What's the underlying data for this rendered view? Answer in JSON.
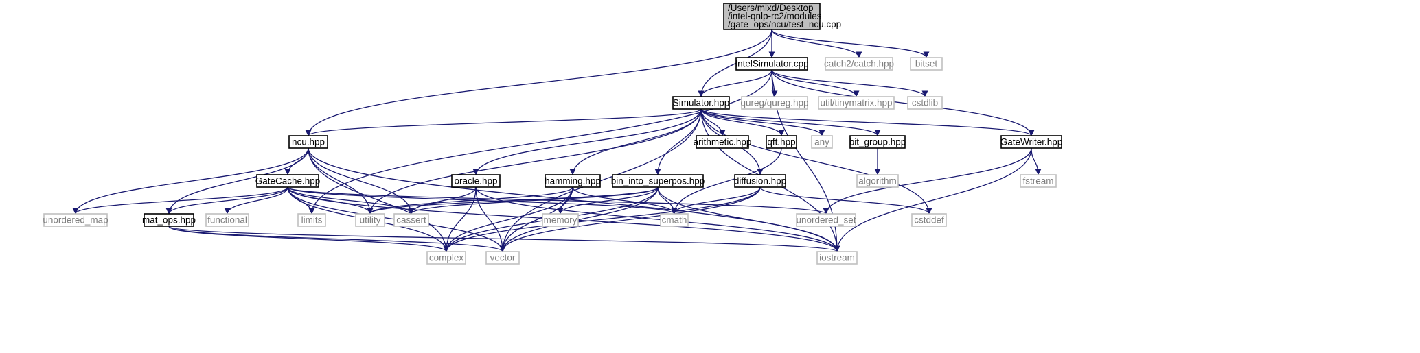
{
  "graph": {
    "type": "include-dependency-graph",
    "colors": {
      "edge": "#191970",
      "root_fill": "#bfbfbf",
      "node_border": "#000000",
      "external_border": "#bfbfbf",
      "external_text": "#7f7f7f",
      "node_text": "#000000"
    },
    "nodes": [
      {
        "id": "test_ncu",
        "label": "/Users/mlxd/Desktop\n/intel-qnlp-rc2/modules\n/gate_ops/ncu/test_ncu.cpp",
        "kind": "root"
      },
      {
        "id": "intelsim",
        "label": "IntelSimulator.cpp",
        "kind": "file"
      },
      {
        "id": "catch",
        "label": "catch2/catch.hpp",
        "kind": "external"
      },
      {
        "id": "bitset",
        "label": "bitset",
        "kind": "external"
      },
      {
        "id": "simulator",
        "label": "Simulator.hpp",
        "kind": "file"
      },
      {
        "id": "qureg",
        "label": "qureg/qureg.hpp",
        "kind": "external"
      },
      {
        "id": "tinymatrix",
        "label": "util/tinymatrix.hpp",
        "kind": "external"
      },
      {
        "id": "cstdlib",
        "label": "cstdlib",
        "kind": "external"
      },
      {
        "id": "ncu",
        "label": "ncu.hpp",
        "kind": "file"
      },
      {
        "id": "arithmetic",
        "label": "arithmetic.hpp",
        "kind": "file"
      },
      {
        "id": "qft",
        "label": "qft.hpp",
        "kind": "file"
      },
      {
        "id": "any",
        "label": "any",
        "kind": "external"
      },
      {
        "id": "bitgroup",
        "label": "bit_group.hpp",
        "kind": "file"
      },
      {
        "id": "gatewriter",
        "label": "GateWriter.hpp",
        "kind": "file"
      },
      {
        "id": "algorithm",
        "label": "algorithm",
        "kind": "external"
      },
      {
        "id": "fstream",
        "label": "fstream",
        "kind": "external"
      },
      {
        "id": "gatecache",
        "label": "GateCache.hpp",
        "kind": "file"
      },
      {
        "id": "oracle",
        "label": "oracle.hpp",
        "kind": "file"
      },
      {
        "id": "hamming",
        "label": "hamming.hpp",
        "kind": "file"
      },
      {
        "id": "binsuper",
        "label": "bin_into_superpos.hpp",
        "kind": "file"
      },
      {
        "id": "diffusion",
        "label": "diffusion.hpp",
        "kind": "file"
      },
      {
        "id": "umap",
        "label": "unordered_map",
        "kind": "external"
      },
      {
        "id": "matops",
        "label": "mat_ops.hpp",
        "kind": "file"
      },
      {
        "id": "functional",
        "label": "functional",
        "kind": "external"
      },
      {
        "id": "limits",
        "label": "limits",
        "kind": "external"
      },
      {
        "id": "utility",
        "label": "utility",
        "kind": "external"
      },
      {
        "id": "cassert",
        "label": "cassert",
        "kind": "external"
      },
      {
        "id": "memory",
        "label": "memory",
        "kind": "external"
      },
      {
        "id": "cmath",
        "label": "cmath",
        "kind": "external"
      },
      {
        "id": "uset",
        "label": "unordered_set",
        "kind": "external"
      },
      {
        "id": "cstddef",
        "label": "cstddef",
        "kind": "external"
      },
      {
        "id": "complex",
        "label": "complex",
        "kind": "external"
      },
      {
        "id": "vector",
        "label": "vector",
        "kind": "external"
      },
      {
        "id": "iostream",
        "label": "iostream",
        "kind": "external"
      }
    ],
    "edges": [
      [
        "test_ncu",
        "intelsim"
      ],
      [
        "test_ncu",
        "catch"
      ],
      [
        "test_ncu",
        "bitset"
      ],
      [
        "test_ncu",
        "simulator"
      ],
      [
        "test_ncu",
        "ncu"
      ],
      [
        "intelsim",
        "simulator"
      ],
      [
        "intelsim",
        "qureg"
      ],
      [
        "intelsim",
        "tinymatrix"
      ],
      [
        "intelsim",
        "cstdlib"
      ],
      [
        "intelsim",
        "gatewriter"
      ],
      [
        "intelsim",
        "iostream"
      ],
      [
        "intelsim",
        "limits"
      ],
      [
        "simulator",
        "ncu"
      ],
      [
        "simulator",
        "arithmetic"
      ],
      [
        "simulator",
        "qft"
      ],
      [
        "simulator",
        "any"
      ],
      [
        "simulator",
        "bitgroup"
      ],
      [
        "simulator",
        "gatewriter"
      ],
      [
        "simulator",
        "oracle"
      ],
      [
        "simulator",
        "hamming"
      ],
      [
        "simulator",
        "binsuper"
      ],
      [
        "simulator",
        "diffusion"
      ],
      [
        "simulator",
        "cstddef"
      ],
      [
        "simulator",
        "iostream"
      ],
      [
        "simulator",
        "utility"
      ],
      [
        "simulator",
        "vector"
      ],
      [
        "ncu",
        "gatecache"
      ],
      [
        "ncu",
        "matops"
      ],
      [
        "ncu",
        "umap"
      ],
      [
        "ncu",
        "utility"
      ],
      [
        "ncu",
        "cassert"
      ],
      [
        "ncu",
        "complex"
      ],
      [
        "ncu",
        "iostream"
      ],
      [
        "gatecache",
        "umap"
      ],
      [
        "gatecache",
        "matops"
      ],
      [
        "gatecache",
        "functional"
      ],
      [
        "gatecache",
        "limits"
      ],
      [
        "gatecache",
        "utility"
      ],
      [
        "gatecache",
        "cassert"
      ],
      [
        "gatecache",
        "cmath"
      ],
      [
        "gatecache",
        "uset"
      ],
      [
        "gatecache",
        "complex"
      ],
      [
        "gatecache",
        "vector"
      ],
      [
        "gatecache",
        "iostream"
      ],
      [
        "matops",
        "complex"
      ],
      [
        "matops",
        "vector"
      ],
      [
        "matops",
        "iostream"
      ],
      [
        "oracle",
        "cassert"
      ],
      [
        "oracle",
        "complex"
      ],
      [
        "oracle",
        "vector"
      ],
      [
        "oracle",
        "iostream"
      ],
      [
        "hamming",
        "utility"
      ],
      [
        "hamming",
        "memory"
      ],
      [
        "hamming",
        "cmath"
      ],
      [
        "hamming",
        "complex"
      ],
      [
        "hamming",
        "vector"
      ],
      [
        "binsuper",
        "utility"
      ],
      [
        "binsuper",
        "cassert"
      ],
      [
        "binsuper",
        "memory"
      ],
      [
        "binsuper",
        "cmath"
      ],
      [
        "binsuper",
        "complex"
      ],
      [
        "binsuper",
        "vector"
      ],
      [
        "binsuper",
        "iostream"
      ],
      [
        "diffusion",
        "cmath"
      ],
      [
        "diffusion",
        "cstddef"
      ],
      [
        "diffusion",
        "complex"
      ],
      [
        "diffusion",
        "vector"
      ],
      [
        "qft",
        "cmath"
      ],
      [
        "bitgroup",
        "algorithm"
      ],
      [
        "gatewriter",
        "fstream"
      ],
      [
        "gatewriter",
        "uset"
      ],
      [
        "gatewriter",
        "iostream"
      ]
    ]
  }
}
